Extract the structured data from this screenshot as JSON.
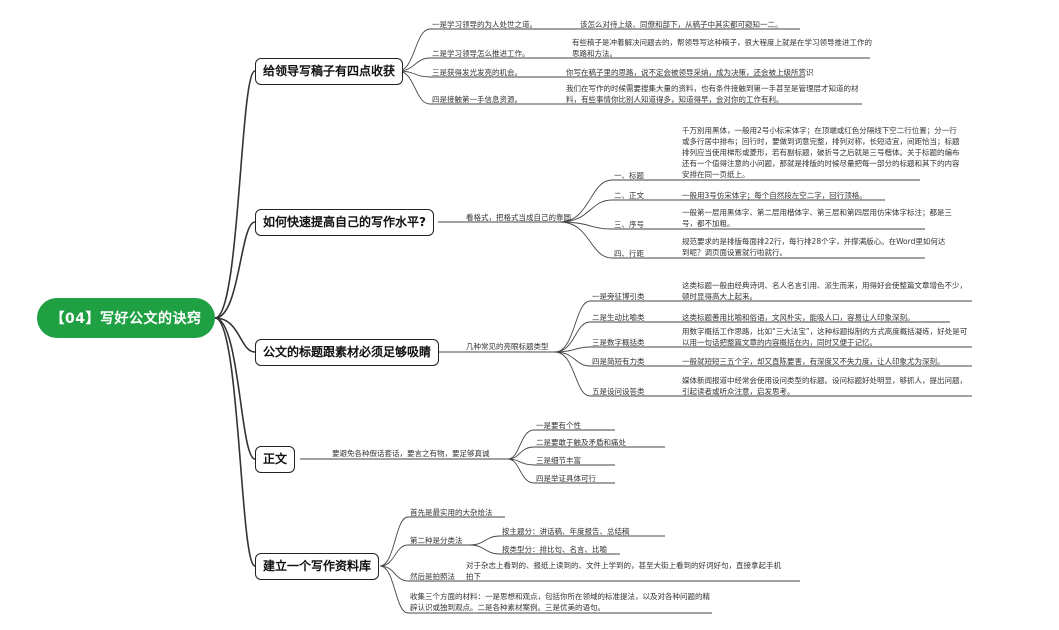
{
  "root": "【04】写好公文的诀窍",
  "branches": [
    {
      "title": "给领导写稿子有四点收获",
      "items": [
        {
          "label": "一是学习领导的为人处世之道。",
          "detail": "该怎么对待上级、同僚和部下，从稿子中其实都可窥知一二。"
        },
        {
          "label": "二是学习领导怎么推进工作。",
          "detail": "有些稿子是冲着解决问题去的，帮领导写这种稿子，很大程度上就是在学习领导推进工作的思路和方法。"
        },
        {
          "label": "三是获得发光发亮的机会。",
          "detail": "你写在稿子里的思路，说不定会被领导采纳，成为决策，还会被上级所赏识"
        },
        {
          "label": "四是接触第一手信息资源。",
          "detail": "我们在写作的时候需要搜集大量的资料，也有条件接触到第一手甚至是管理层才知道的材料，有些事情你比别人知道得多，知道得早，会对你的工作有利。"
        }
      ]
    },
    {
      "title": "如何快速提高自己的写作水平?",
      "sub": "看格式，把格式当成自己的靠圆",
      "items": [
        {
          "label": "一、标题",
          "detail": "千万别用黑体，一般用2号小标宋体字；在顶端或红色分隔线下空二行位置；分一行或多行居中排布；回行时，要做到词意完整，排列对称，长短适宜，间距恰当；标题排列应当使用梯形或菱形，若有副标题，破折号之后就是三号楷体。关于标题的编布还有一个值得注意的小问题，那就是排版的时候尽量把每一部分的标题和其下的内容安排在同一页纸上。"
        },
        {
          "label": "二、正文",
          "detail": "一般用3号仿宋体字；每个自然段左空二字，回行顶格。"
        },
        {
          "label": "三、序号",
          "detail": "一般第一层用黑体字、第二层用楷体字、第三层和第四层用仿宋体字标注；都是三号，都不加粗。"
        },
        {
          "label": "四、行距",
          "detail": "规范要求的是排版每面排22行，每行排28个字，并撑满版心。在Word里如何达到呢？调页面设置就行啦就行。"
        }
      ]
    },
    {
      "title": "公文的标题跟素材必须足够吸睛",
      "sub": "几种常见的亮眼标题类型",
      "items": [
        {
          "label": "一是旁征博引类",
          "detail": "这类标题一般由经典诗词、名人名言引用、派生而来，用得好会使整篇文章增色不少，顿时显得高大上起来。"
        },
        {
          "label": "二是生动比喻类",
          "detail": "这类标题善用比喻和俗语，文风朴实，能吸人口，容易让人印象深刻。"
        },
        {
          "label": "三是数字概括类",
          "detail": "用数字概括工作思路，比如“三大法宝”，这种标题拟制的方式高度概括凝练，好处是可以用一句话把整篇文章的内容概括在内，同时又便于记忆。"
        },
        {
          "label": "四是简短有力类",
          "detail": "一般就短短三五个字，却又直陈要害，有深度又不失力度，让人印象尤为深刻。"
        },
        {
          "label": "五是设问设答类",
          "detail": "媒体新闻报道中经常会使用设问类型的标题。设问标题好处明显，够抓人，提出问题，引起读者或听众注意，启发思考。"
        }
      ]
    },
    {
      "title": "正文",
      "sub": "要避免各种假话套话，要言之有物，要足够真诚",
      "items": [
        {
          "label": "一是要有个性"
        },
        {
          "label": "二是要敢于触及矛盾和痛处"
        },
        {
          "label": "三是细节丰富"
        },
        {
          "label": "四是举证具体可行"
        }
      ]
    },
    {
      "title": "建立一个写作资料库",
      "items": [
        {
          "label": "首先是最实用的大杂烩法"
        },
        {
          "label": "第二种是分类法",
          "children": [
            "按主题分：讲话稿、年度报告、总结稿",
            "按类型分：排比句、名言、比喻"
          ]
        },
        {
          "label": "然后是拍照法",
          "detail": "对于杂志上看到的、报纸上读到的、文件上学到的，甚至大街上看到的好词好句，直接拿起手机拍下"
        },
        {
          "label": "收集三个方面的材料：一是思想和观点，包括你所在领域的标准提法，以及对各种问题的精辟认识或独到观点。二是各种素材案例。三是优美的语句。"
        }
      ]
    }
  ]
}
